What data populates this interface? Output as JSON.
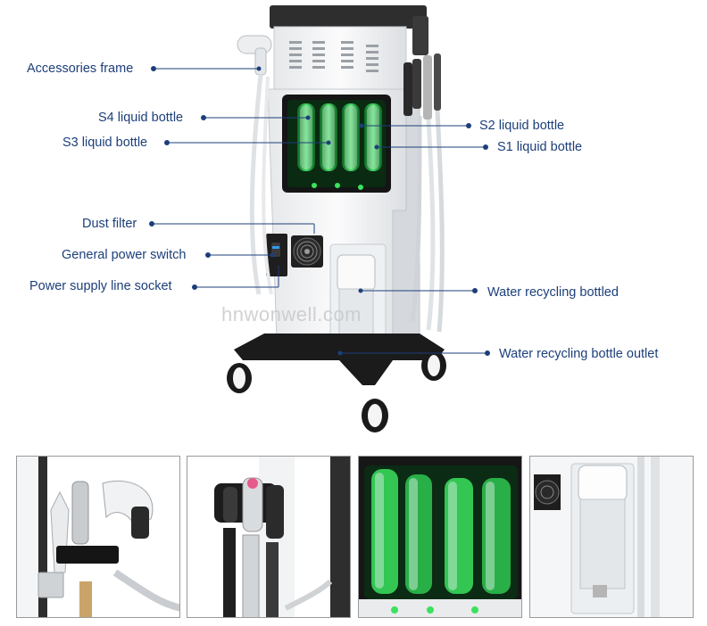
{
  "callouts": {
    "accessories_frame": "Accessories frame",
    "s4_liquid_bottle": "S4 liquid bottle",
    "s3_liquid_bottle": "S3 liquid bottle",
    "s2_liquid_bottle": "S2 liquid bottle",
    "s1_liquid_bottle": "S1 liquid bottle",
    "dust_filter": "Dust filter",
    "general_power_switch": "General power switch",
    "power_supply_line_socket": "Power supply line socket",
    "water_recycling_bottled": "Water recycling bottled",
    "water_recycling_bottle_outlet": "Water recycling bottle outlet"
  },
  "watermark": "hnwonwell.com",
  "colors": {
    "label_text": "#1c3f7a",
    "leader_line": "#1c3f7a",
    "liquid_green": "#34c95a",
    "machine_white": "#f2f3f4",
    "machine_dark": "#2b2b2b"
  },
  "thumbnails": [
    {
      "name": "handpieces-closeup"
    },
    {
      "name": "handle-holder-closeup"
    },
    {
      "name": "liquid-bottles-closeup"
    },
    {
      "name": "water-bottle-closeup"
    }
  ]
}
